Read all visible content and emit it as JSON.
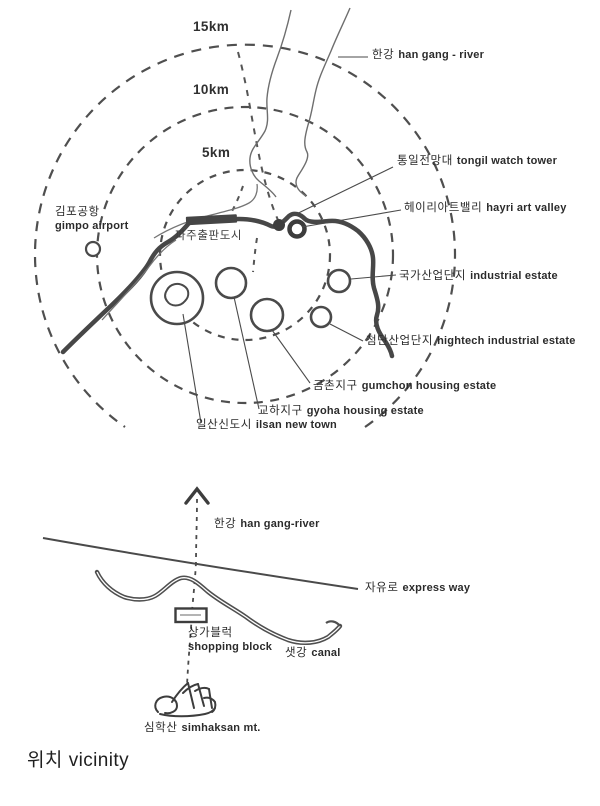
{
  "colors": {
    "ink": "#4a4a4a",
    "background": "#ffffff",
    "text": "#2b2b2b"
  },
  "title": {
    "ko": "위치",
    "en": "vicinity"
  },
  "upper_map": {
    "rings": {
      "r15": "15km",
      "r10": "10km",
      "r5": "5km"
    },
    "labels": {
      "han_river": {
        "ko": "한강",
        "en": "han gang - river"
      },
      "tongil": {
        "ko": "통일전망대",
        "en": "tongil watch tower"
      },
      "hayri": {
        "ko": "헤이리아트밸리",
        "en": "hayri art valley"
      },
      "industrial": {
        "ko": "국가산업단지",
        "en": "industrial estate"
      },
      "hightech": {
        "ko": "첨단산업단지",
        "en": "hightech industrial estate"
      },
      "gumchon": {
        "ko": "금촌지구",
        "en": "gumchon housing estate"
      },
      "gyoha": {
        "ko": "교하지구",
        "en": "gyoha housing estate"
      },
      "ilsan": {
        "ko": "일산신도시",
        "en": "ilsan new town"
      },
      "gimpo": {
        "ko": "김포공항",
        "en": "gimpo airport"
      },
      "paju": {
        "ko": "파주출판도시"
      }
    }
  },
  "lower_map": {
    "labels": {
      "han_river": {
        "ko": "한강",
        "en": "han gang-river"
      },
      "expressway": {
        "ko": "자유로",
        "en": "express way"
      },
      "shopping": {
        "ko": "상가블럭",
        "en": "shopping block"
      },
      "canal": {
        "ko": "샛강",
        "en": "canal"
      },
      "simhaksan": {
        "ko": "심학산",
        "en": "simhaksan mt."
      }
    }
  }
}
